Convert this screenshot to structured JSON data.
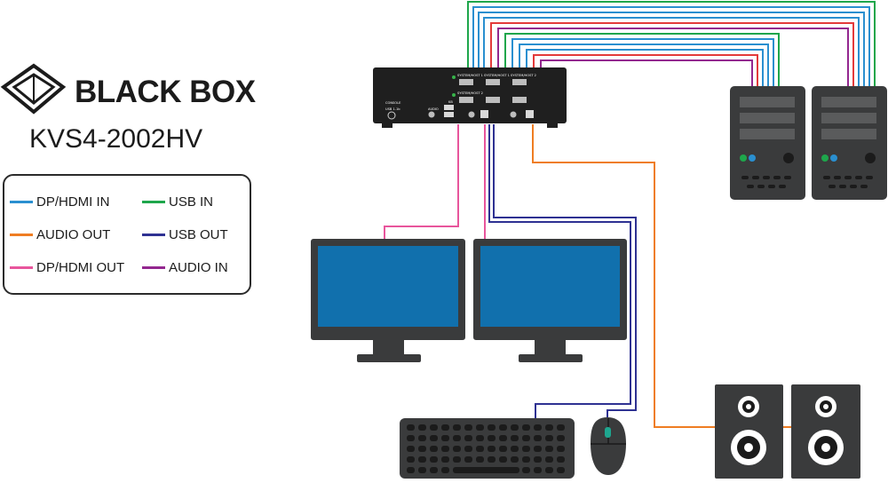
{
  "brand": {
    "name": "BLACK BOX",
    "model": "KVS4-2002HV"
  },
  "legend": {
    "items": [
      {
        "label": "DP/HDMI IN",
        "color": "#2a8fd0"
      },
      {
        "label": "USB IN",
        "color": "#1ea64b"
      },
      {
        "label": "AUDIO OUT",
        "color": "#ef7d22"
      },
      {
        "label": "USB OUT",
        "color": "#2e3192"
      },
      {
        "label": "DP/HDMI OUT",
        "color": "#e8559c"
      },
      {
        "label": "AUDIO IN",
        "color": "#93278f"
      }
    ]
  },
  "kvm_panel": {
    "console_label": "CONSOLE",
    "usb_label": "USB 1.1b",
    "audio_label": "AUDIO",
    "kb_label": "KB",
    "system1_labels": [
      "SYSTEM/HOST 1",
      "SYSTEM/HOST 1"
    ],
    "system2_labels": [
      "SYSTEM/HOST 2",
      "SYSTEM/HOST 2"
    ]
  },
  "colors": {
    "device": "#3a3b3c",
    "screen": "#1170ad",
    "dark": "#2b2b2b"
  }
}
